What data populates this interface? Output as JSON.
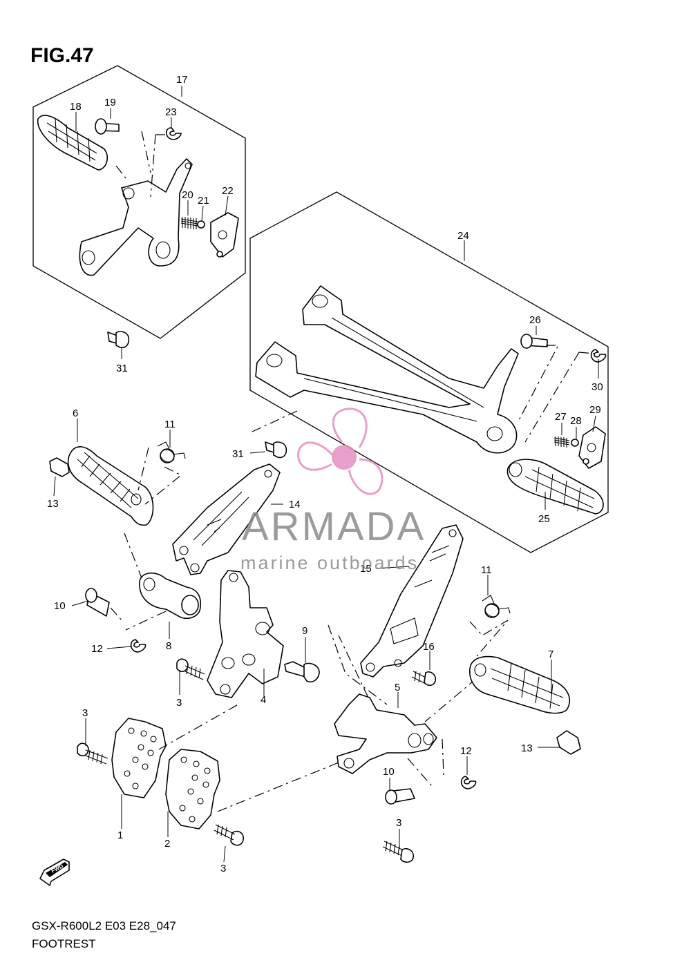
{
  "figure": {
    "title": "FIG.47",
    "model_code": "GSX-R600L2 E03 E28_047",
    "section_name": "FOOTREST"
  },
  "watermark": {
    "brand": "ARMADA",
    "tagline": "marine outboards",
    "accent_color": "#e58fc0"
  },
  "direction_badge": {
    "label": "FWD"
  },
  "callouts": [
    {
      "id": "c1",
      "label": "1"
    },
    {
      "id": "c2",
      "label": "2"
    },
    {
      "id": "c3a",
      "label": "3"
    },
    {
      "id": "c3b",
      "label": "3"
    },
    {
      "id": "c3c",
      "label": "3"
    },
    {
      "id": "c3d",
      "label": "3"
    },
    {
      "id": "c4",
      "label": "4"
    },
    {
      "id": "c5",
      "label": "5"
    },
    {
      "id": "c6",
      "label": "6"
    },
    {
      "id": "c7",
      "label": "7"
    },
    {
      "id": "c8",
      "label": "8"
    },
    {
      "id": "c9",
      "label": "9"
    },
    {
      "id": "c10a",
      "label": "10"
    },
    {
      "id": "c10b",
      "label": "10"
    },
    {
      "id": "c11a",
      "label": "11"
    },
    {
      "id": "c11b",
      "label": "11"
    },
    {
      "id": "c12a",
      "label": "12"
    },
    {
      "id": "c12b",
      "label": "12"
    },
    {
      "id": "c13a",
      "label": "13"
    },
    {
      "id": "c13b",
      "label": "13"
    },
    {
      "id": "c14",
      "label": "14"
    },
    {
      "id": "c15",
      "label": "15"
    },
    {
      "id": "c16",
      "label": "16"
    },
    {
      "id": "c17",
      "label": "17"
    },
    {
      "id": "c18",
      "label": "18"
    },
    {
      "id": "c19",
      "label": "19"
    },
    {
      "id": "c20",
      "label": "20"
    },
    {
      "id": "c21",
      "label": "21"
    },
    {
      "id": "c22",
      "label": "22"
    },
    {
      "id": "c23",
      "label": "23"
    },
    {
      "id": "c24",
      "label": "24"
    },
    {
      "id": "c25",
      "label": "25"
    },
    {
      "id": "c26",
      "label": "26"
    },
    {
      "id": "c27",
      "label": "27"
    },
    {
      "id": "c28",
      "label": "28"
    },
    {
      "id": "c29",
      "label": "29"
    },
    {
      "id": "c30",
      "label": "30"
    },
    {
      "id": "c31a",
      "label": "31"
    },
    {
      "id": "c31b",
      "label": "31"
    }
  ]
}
